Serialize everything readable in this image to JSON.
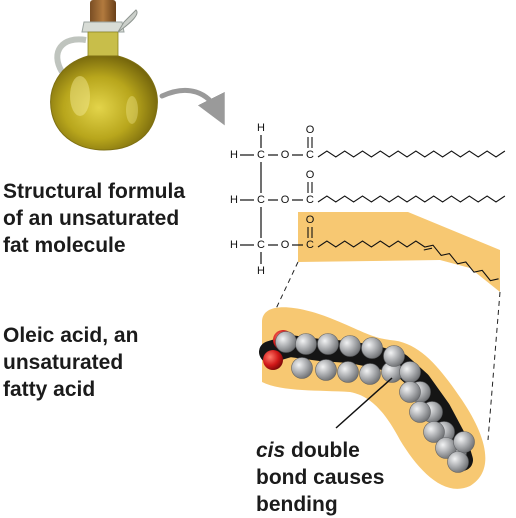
{
  "colors": {
    "highlight": "#F7C872",
    "oil": "#B5A51E",
    "oxygen": "#D01818",
    "carbon_dark": "#1a1a1a",
    "hydrogen": "#B0B2B4",
    "arrow": "#9A9A9A"
  },
  "formula": {
    "atoms": {
      "h": "H",
      "c": "C",
      "o": "O",
      "double_o": "O"
    }
  },
  "captions": {
    "structural": [
      "Structural formula",
      "of an unsaturated",
      "fat molecule"
    ],
    "oleic": [
      "Oleic acid, an",
      "unsaturated",
      "fatty acid"
    ],
    "cis": {
      "italic_word": "cis",
      "line1_rest": " double",
      "line2": "bond causes",
      "line3": "bending"
    }
  }
}
